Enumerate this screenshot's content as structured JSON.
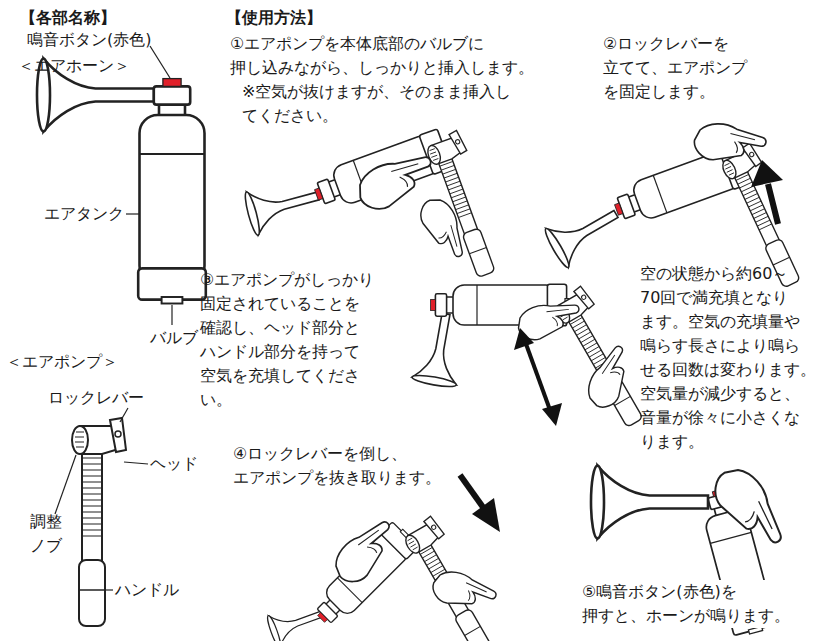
{
  "diagram": {
    "labels": [
      "【各部名称】",
      "鳴音ボタン(赤色)",
      "＜エアホーン＞",
      "エアタンク",
      "バルブ",
      "＜エアポンプ＞",
      "ロックレバー",
      "ヘッド",
      "調整 ノブ",
      "ハンドル",
      "【使用方法】",
      "①エアポンプを本体底部のバルブに 押し込みながら、しっかりと挿入します。",
      "※空気が抜けますが、そのまま挿入し てください。",
      "②ロックレバーを 立てて、エアポンプ を固定します。",
      "③エアポンプがしっかり 固定されていることを 確認し、ヘッド部分と ハンドル部分を持って 空気を充填してくださ い。",
      "空の状態から約60～ 70回で満充填となり ます。空気の充填量や 鳴らす長さにより鳴ら せる回数は変わります。 空気量が減少すると、 音量が徐々に小さくな ります。",
      "④ロックレバーを倒し、 エアポンプを抜き取ります。",
      "⑤鳴音ボタン(赤色)を 押すと、ホーンが鳴ります。"
    ]
  }
}
